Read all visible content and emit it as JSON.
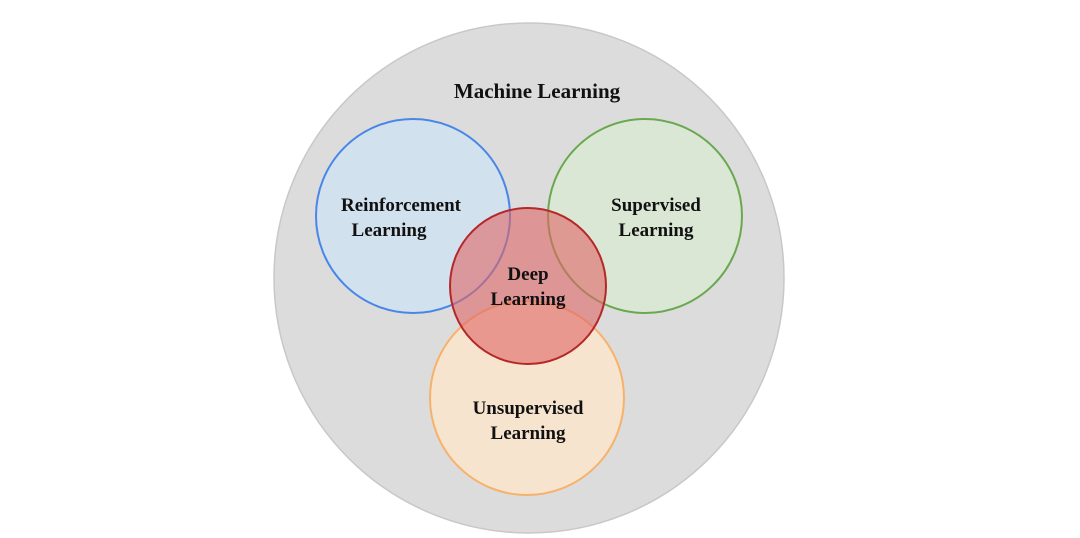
{
  "diagram": {
    "outer": {
      "label": "Machine Learning",
      "fill": "#dcdcdc",
      "stroke": "#c8c8c8"
    },
    "circles": {
      "reinforcement": {
        "line1": "Reinforcement",
        "line2": "Learning",
        "fill": "#cfe2f3",
        "stroke": "#4a86e8"
      },
      "supervised": {
        "line1": "Supervised",
        "line2": "Learning",
        "fill": "#d9ead3",
        "stroke": "#6aa84f"
      },
      "unsupervised": {
        "line1": "Unsupervised",
        "line2": "Learning",
        "fill": "#fce5cd",
        "stroke": "#f6b26b"
      },
      "deep": {
        "line1": "Deep",
        "line2": "Learning",
        "fill": "#e06666",
        "stroke": "#b42828"
      }
    }
  }
}
